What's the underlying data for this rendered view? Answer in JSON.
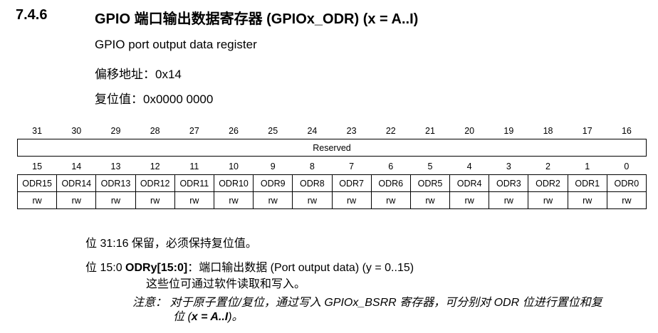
{
  "section": {
    "number": "7.4.6",
    "title": "GPIO 端口输出数据寄存器 (GPIOx_ODR) (x = A..I)",
    "subtitle": "GPIO port output data register",
    "offset": "偏移地址：0x14",
    "reset": "复位值：0x0000 0000"
  },
  "register": {
    "upper_bits": [
      "31",
      "30",
      "29",
      "28",
      "27",
      "26",
      "25",
      "24",
      "23",
      "22",
      "21",
      "20",
      "19",
      "18",
      "17",
      "16"
    ],
    "reserved_label": "Reserved",
    "lower_bits": [
      "15",
      "14",
      "13",
      "12",
      "11",
      "10",
      "9",
      "8",
      "7",
      "6",
      "5",
      "4",
      "3",
      "2",
      "1",
      "0"
    ],
    "fields": [
      "ODR15",
      "ODR14",
      "ODR13",
      "ODR12",
      "ODR11",
      "ODR10",
      "ODR9",
      "ODR8",
      "ODR7",
      "ODR6",
      "ODR5",
      "ODR4",
      "ODR3",
      "ODR2",
      "ODR1",
      "ODR0"
    ],
    "access": [
      "rw",
      "rw",
      "rw",
      "rw",
      "rw",
      "rw",
      "rw",
      "rw",
      "rw",
      "rw",
      "rw",
      "rw",
      "rw",
      "rw",
      "rw",
      "rw"
    ]
  },
  "description": {
    "bits_31_16": "位 31:16  保留，必须保持复位值。",
    "bits_15_0_prefix": "位 15:0  ",
    "bits_15_0_name": "ODRy[15:0]",
    "bits_15_0_rest": "：端口输出数据 (Port output data) (y = 0..15)",
    "bits_15_0_detail": "这些位可通过软件读取和写入。",
    "note_line1": "注意：  对于原子置位/复位，通过写入 GPIOx_BSRR 寄存器，可分别对 ODR 位进行置位和复",
    "note_line2_prefix": "位 (",
    "note_line2_bold": "x = A..I",
    "note_line2_suffix": ")。"
  }
}
